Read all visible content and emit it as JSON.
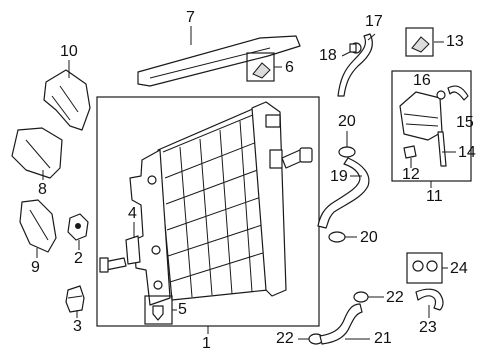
{
  "callouts": {
    "c1": "1",
    "c2": "2",
    "c3": "3",
    "c4": "4",
    "c5": "5",
    "c6": "6",
    "c7": "7",
    "c8": "8",
    "c9": "9",
    "c10": "10",
    "c11": "11",
    "c12": "12",
    "c13": "13",
    "c14": "14",
    "c15": "15",
    "c16": "16",
    "c17": "17",
    "c18": "18",
    "c19": "19",
    "c20a": "20",
    "c20b": "20",
    "c21": "21",
    "c22a": "22",
    "c22b": "22",
    "c23": "23",
    "c24": "24"
  },
  "colors": {
    "line": "#1a1a1a",
    "background": "#ffffff"
  }
}
